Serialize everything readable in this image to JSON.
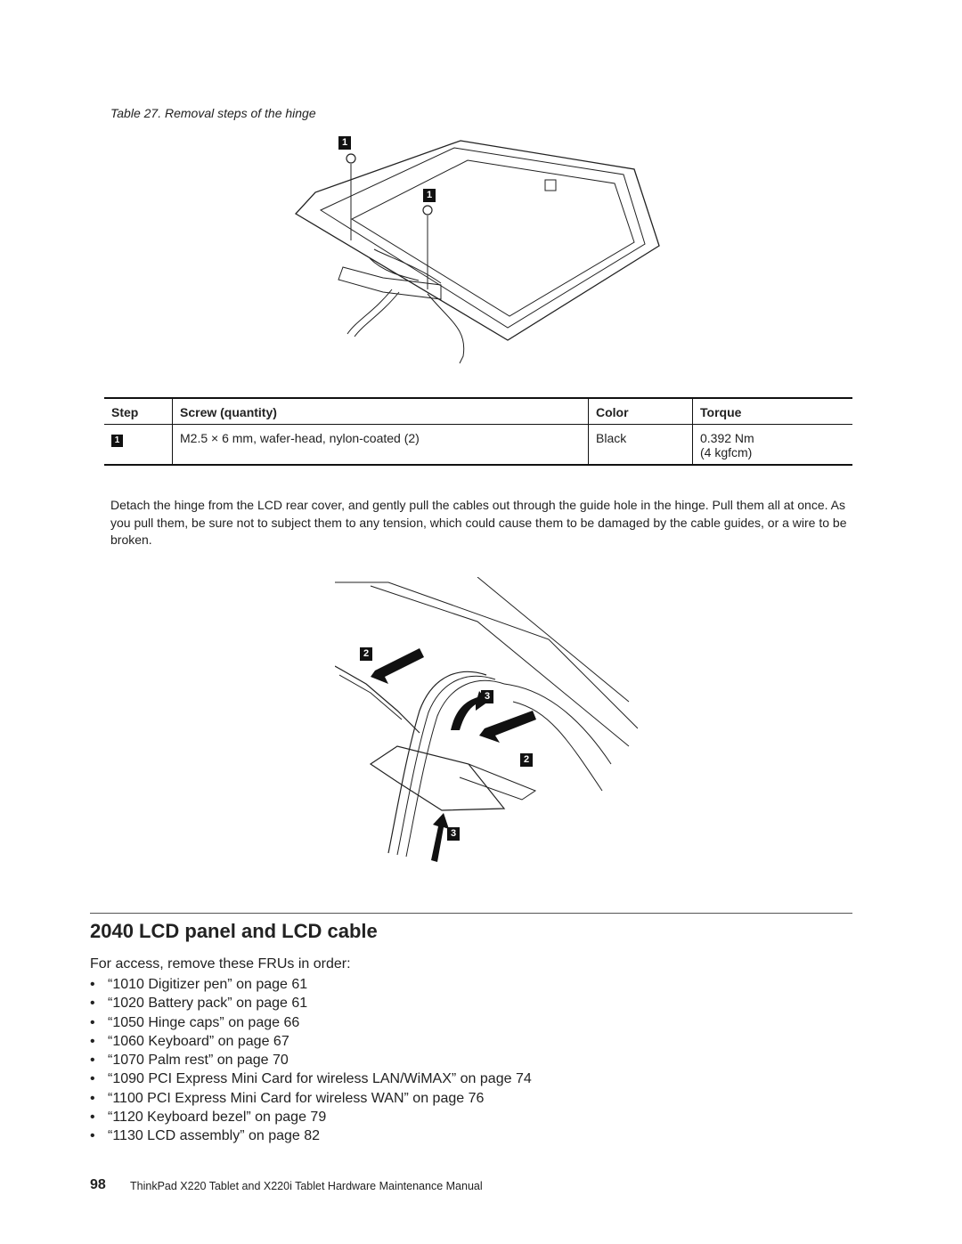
{
  "caption": "Table 27. Removal steps of the hinge",
  "figure1": {
    "callouts": [
      "1",
      "1"
    ]
  },
  "table": {
    "headers": [
      "Step",
      "Screw (quantity)",
      "Color",
      "Torque"
    ],
    "rows": [
      {
        "step": "1",
        "screw": "M2.5 × 6 mm, wafer-head, nylon-coated (2)",
        "color": "Black",
        "torque_line1": "0.392 Nm",
        "torque_line2": "(4 kgfcm)"
      }
    ]
  },
  "paragraph": "Detach the hinge from the LCD rear cover, and gently pull the cables out through the guide hole in the hinge. Pull them all at once. As you pull them, be sure not to subject them to any tension, which could cause them to be damaged by the cable guides, or a wire to be broken.",
  "figure2": {
    "callouts": [
      "2",
      "3",
      "2",
      "3"
    ]
  },
  "section": {
    "heading": "2040 LCD panel and LCD cable",
    "intro": "For access, remove these FRUs in order:",
    "items": [
      "“1010 Digitizer pen” on page 61",
      "“1020 Battery pack” on page 61",
      "“1050 Hinge caps” on page 66",
      "“1060 Keyboard” on page 67",
      "“1070 Palm rest” on page 70",
      "“1090 PCI Express Mini Card for wireless LAN/WiMAX” on page 74",
      "“1100 PCI Express Mini Card for wireless WAN” on page 76",
      "“1120 Keyboard bezel” on page 79",
      "“1130 LCD assembly” on page 82"
    ]
  },
  "footer": {
    "page_number": "98",
    "title": "ThinkPad X220 Tablet and X220i Tablet Hardware Maintenance Manual"
  }
}
